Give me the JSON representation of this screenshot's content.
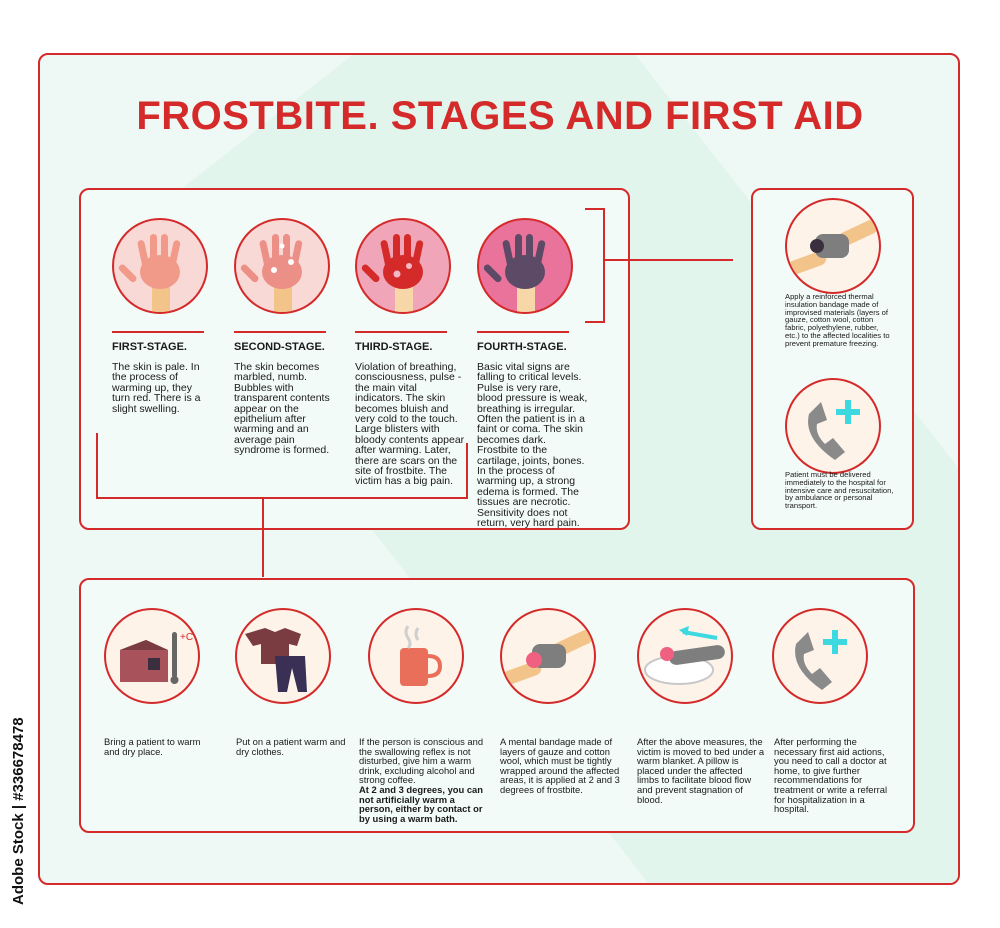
{
  "title": "FROSTBITE. STAGES AND FIRST AID",
  "stages": [
    {
      "title": "FIRST-STAGE.",
      "text": "The skin is pale. In the process of warming up, they turn red. There is a slight swelling.",
      "icon": "pale-hand-icon"
    },
    {
      "title": "SECOND-STAGE.",
      "text": "The skin becomes marbled, numb. Bubbles with transparent contents appear on the epithelium after warming and an average pain syndrome is formed.",
      "icon": "marbled-hand-icon"
    },
    {
      "title": "THIRD-STAGE.",
      "text": "Violation of breathing, consciousness, pulse -the main vital indicators. The skin becomes bluish and very cold to the touch. Large blisters with bloody contents appear after warming. Later, there are scars on the site of frostbite. The victim has a big pain.",
      "icon": "blistered-hand-icon"
    },
    {
      "title": "FOURTH-STAGE.",
      "text": "Basic vital signs are falling to critical levels. Pulse is very rare, blood pressure is weak, breathing is irregular. Often the patient is in a faint or coma. The skin becomes dark. Frostbite to the cartilage, joints, bones. In the process of warming up, a strong edema is formed. The tissues are necrotic. Sensitivity does not return, very hard pain.",
      "icon": "necrotic-hand-icon"
    }
  ],
  "side": [
    {
      "text": "Apply a reinforced thermal insulation bandage made of improvised materials (layers of gauze, cotton wool, cotton fabric, polyethylene, rubber, etc.) to the affected localities to prevent premature freezing.",
      "icon": "bandaged-hand-icon"
    },
    {
      "text": "Patient must be delivered immediately to the hospital for intensive care and resuscitation, by ambulance or personal transport.",
      "icon": "medical-phone-icon"
    }
  ],
  "aid": [
    {
      "text": "Bring a patient to warm and dry place.",
      "bold": "",
      "icon": "house-thermometer-icon"
    },
    {
      "text": "Put on a patient warm and dry clothes.",
      "bold": "",
      "icon": "warm-clothes-icon"
    },
    {
      "text": "If the person is conscious and the swallowing reflex is not disturbed, give him a warm drink, excluding alcohol and strong coffee.",
      "bold": "At 2 and 3 degrees, you can not artificially warm a person, either by contact or by using a warm bath.",
      "icon": "hot-mug-icon"
    },
    {
      "text": "A mental bandage made of layers of gauze and cotton wool, which must be tightly wrapped around the affected areas, it is applied at 2 and 3 degrees of frostbite.",
      "bold": "",
      "icon": "bandaged-hand-icon"
    },
    {
      "text": "After the above measures, the victim is moved to bed under a warm blanket. A pillow is placed under the affected limbs to facilitate blood flow and prevent stagnation of blood.",
      "bold": "",
      "icon": "raised-limb-pillow-icon"
    },
    {
      "text": "After performing the necessary first aid actions, you need to call a doctor at home, to give further recommendations for treatment or write a referral for hospitalization in a hospital.",
      "bold": "",
      "icon": "medical-phone-icon"
    }
  ],
  "watermark": "Adobe Stock | #336678478",
  "colors": {
    "accent": "#d42a2a",
    "background": "#eef8f4",
    "mint": "#3ed9e0"
  }
}
